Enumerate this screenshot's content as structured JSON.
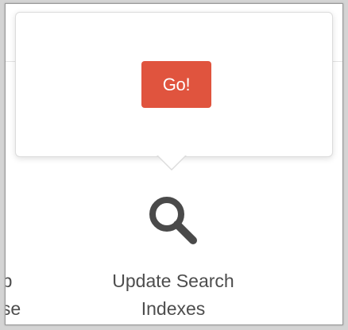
{
  "popover": {
    "button_label": "Go!"
  },
  "tools": {
    "backup": {
      "label": "Backup\nDatabase",
      "icon": "database-icon"
    },
    "update_search": {
      "label": "Update Search\nIndexes",
      "icon": "search-icon"
    }
  },
  "colors": {
    "go_button": "#e0543e",
    "icon": "#4a4a4a",
    "label_text": "#4d4d4d"
  }
}
